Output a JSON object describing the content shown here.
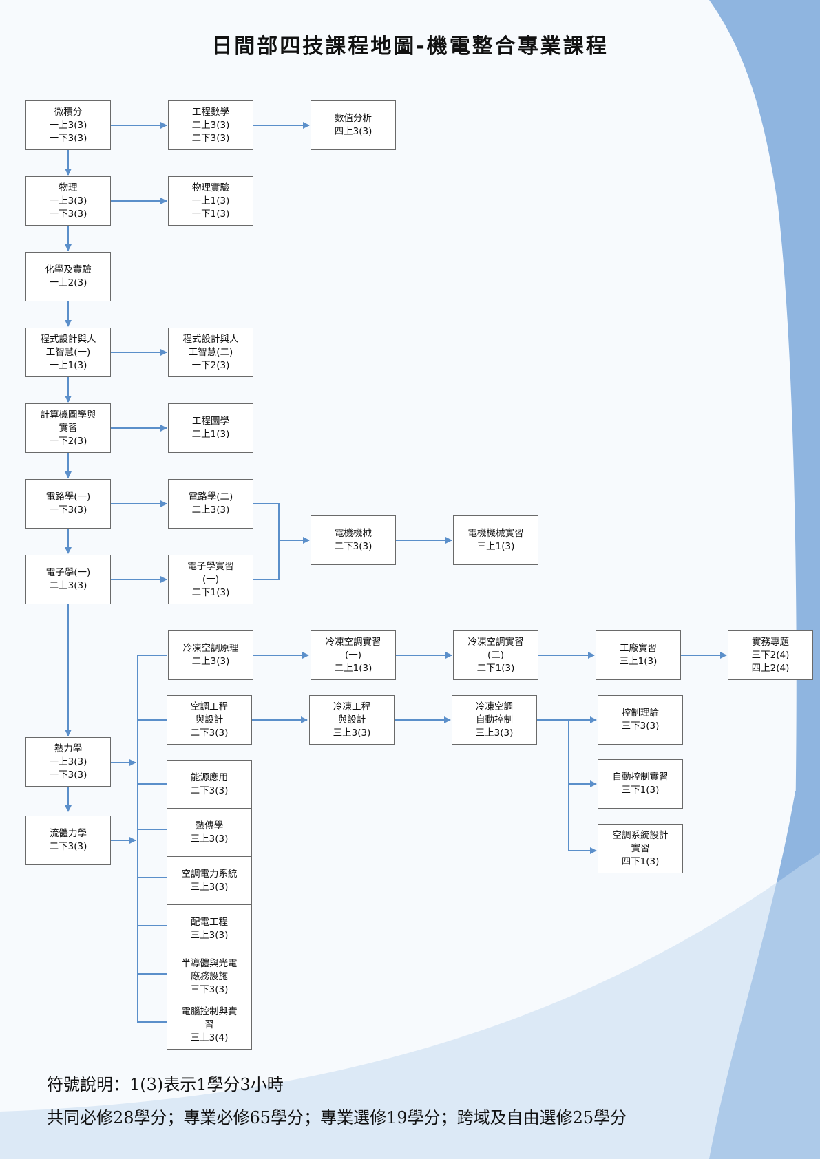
{
  "title": "日間部四技課程地圖-機電整合專業課程",
  "courses": {
    "calculus": [
      "微積分",
      "一上3(3)",
      "一下3(3)"
    ],
    "eng_math": [
      "工程數學",
      "二上3(3)",
      "二下3(3)"
    ],
    "numerical": [
      "數值分析",
      "四上3(3)"
    ],
    "physics": [
      "物理",
      "一上3(3)",
      "一下3(3)"
    ],
    "physics_lab": [
      "物理實驗",
      "一上1(3)",
      "一下1(3)"
    ],
    "chemistry": [
      "化學及實驗",
      "一上2(3)"
    ],
    "prog_ai_1": [
      "程式設計與人",
      "工智慧(一)",
      "一上1(3)"
    ],
    "prog_ai_2": [
      "程式設計與人",
      "工智慧(二)",
      "一下2(3)"
    ],
    "cad": [
      "計算機圖學與",
      "實習",
      "一下2(3)"
    ],
    "eng_graphics": [
      "工程圖學",
      "二上1(3)"
    ],
    "circuits_1": [
      "電路學(一)",
      "一下3(3)"
    ],
    "circuits_2": [
      "電路學(二)",
      "二上3(3)"
    ],
    "machinery": [
      "電機機械",
      "二下3(3)"
    ],
    "machinery_lab": [
      "電機機械實習",
      "三上1(3)"
    ],
    "electronics_1": [
      "電子學(一)",
      "二上3(3)"
    ],
    "electronics_lab": [
      "電子學實習",
      "(一)",
      "二下1(3)"
    ],
    "refrig_principle": [
      "冷凍空調原理",
      "二上3(3)"
    ],
    "refrig_lab_1": [
      "冷凍空調實習",
      "(一)",
      "二上1(3)"
    ],
    "refrig_lab_2": [
      "冷凍空調實習",
      "(二)",
      "二下1(3)"
    ],
    "factory": [
      "工廠實習",
      "三上1(3)"
    ],
    "capstone": [
      "實務專題",
      "三下2(4)",
      "四上2(4)"
    ],
    "ac_eng": [
      "空調工程",
      "與設計",
      "二下3(3)"
    ],
    "refrig_eng": [
      "冷凍工程",
      "與設計",
      "三上3(3)"
    ],
    "refrig_auto": [
      "冷凍空調",
      "自動控制",
      "三上3(3)"
    ],
    "control_theory": [
      "控制理論",
      "三下3(3)"
    ],
    "auto_control_lab": [
      "自動控制實習",
      "三下1(3)"
    ],
    "ac_design_lab": [
      "空調系統設計",
      "實習",
      "四下1(3)"
    ],
    "thermo": [
      "熱力學",
      "一上3(3)",
      "一下3(3)"
    ],
    "fluid": [
      "流體力學",
      "二下3(3)"
    ],
    "energy": [
      "能源應用",
      "二下3(3)"
    ],
    "heat_transfer": [
      "熱傳學",
      "三上3(3)"
    ],
    "ac_power": [
      "空調電力系統",
      "三上3(3)"
    ],
    "wiring": [
      "配電工程",
      "三上3(3)"
    ],
    "semiconductor": [
      "半導體與光電",
      "廠務設施",
      "三下3(3)"
    ],
    "pc_control": [
      "電腦控制與實",
      "習",
      "三上3(4)"
    ]
  },
  "legend": {
    "symbol": "符號說明：1(3)表示1學分3小時",
    "credits": "共同必修28學分；專業必修65學分；專業選修19學分；跨域及自由選修25學分"
  },
  "colors": {
    "arrow": "#5b8fca",
    "box_border": "#6a6a6a",
    "bg_wave_dark": "#8fb5e0",
    "bg_wave_light": "#c6daf0"
  }
}
